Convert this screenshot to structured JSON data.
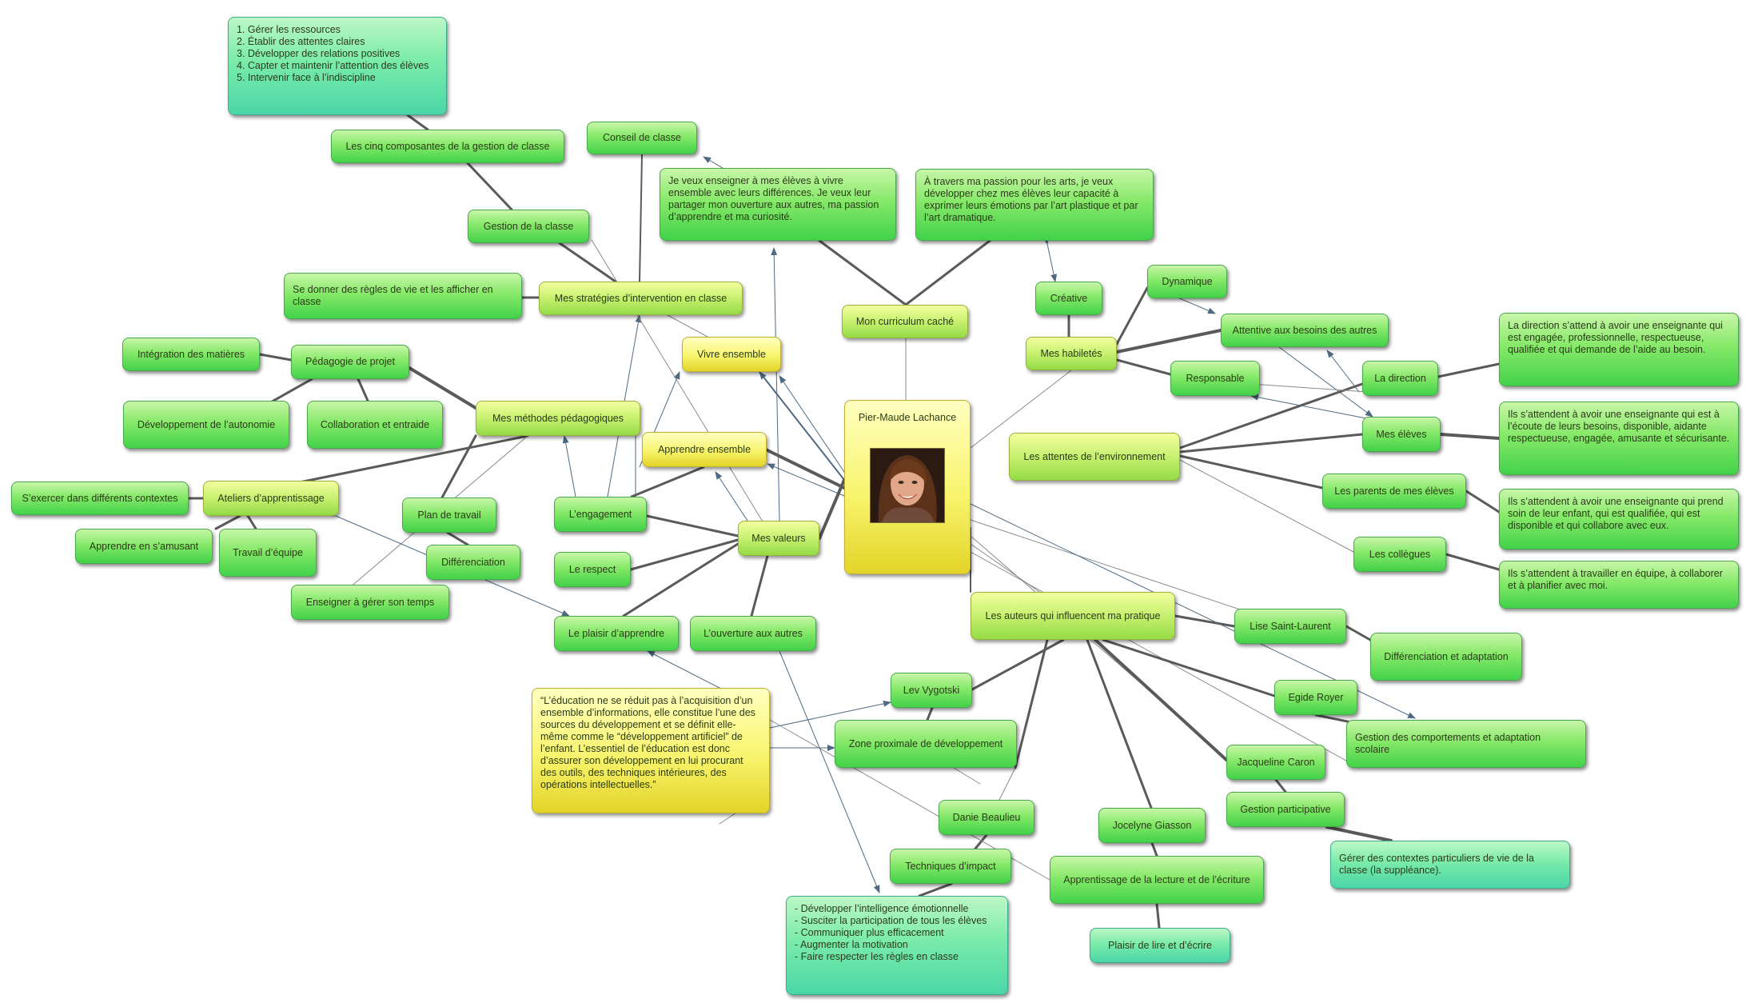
{
  "central": {
    "label": "Pier-Maude Lachance",
    "photo_icon": "portrait-photo"
  },
  "nodes": {
    "gestion_list": "1. Gérer les ressources\n2. Établir des attentes claires\n3. Développer des relations positives\n4. Capter et maintenir l’attention des élèves\n5. Intervenir face à l’indiscipline",
    "cinq_composantes": "Les cinq composantes de la gestion de classe",
    "conseil": "Conseil de classe",
    "gestion_classe": "Gestion de la classe",
    "vivre_text": "Je veux enseigner à mes élèves à vivre ensemble avec leurs différences. Je veux leur partager mon ouverture aux autres, ma passion d’apprendre et ma curiosité.",
    "arts_text": "À travers ma passion pour les arts, je veux développer chez mes élèves leur capacité à exprimer leurs émotions par l’art plastique et par l’art dramatique.",
    "dynamique": "Dynamique",
    "creative": "Créative",
    "attentive": "Attentive aux besoins des autres",
    "regles": "Se donner des règles de vie et les afficher en classe",
    "strategies": "Mes stratégies d’intervention en classe",
    "curriculum": "Mon curriculum caché",
    "habiletes": "Mes habiletés",
    "direction_text": "La direction s’attend à avoir une enseignante qui est engagée, professionnelle, respectueuse, qualifiée et qui demande de l’aide au besoin.",
    "integration": "Intégration des matières",
    "pedagogie": "Pédagogie de projet",
    "vivre": "Vivre ensemble",
    "responsable": "Responsable",
    "direction": "La direction",
    "developpement": "Développement de l’autonomie",
    "collaboration": "Collaboration et entraide",
    "methodes": "Mes méthodes pédagogiques",
    "eleves_text": "Ils s’attendent à avoir une enseignante qui est à l’écoute de leurs besoins, disponible, aidante respectueuse, engagée, amusante et sécurisante.",
    "eleves": "Mes élèves",
    "apprendre": "Apprendre ensemble",
    "attentes": "Les attentes de l’environnement",
    "exercer": "S’exercer dans différents contextes",
    "ateliers": "Ateliers d’apprentissage",
    "engagement": "L’engagement",
    "parents": "Les parents de mes élèves",
    "parents_text": "Ils s’attendent à avoir une enseignante qui prend soin de leur enfant, qui est qualifiée, qui est disponible et qui collabore avec eux.",
    "plan": "Plan de travail",
    "valeurs": "Mes valeurs",
    "amusant": "Apprendre en s’amusant",
    "equipe": "Travail d’équipe",
    "differenciation": "Différenciation",
    "collegues": "Les collègues",
    "respect": "Le respect",
    "collegues_text": "Ils s’attendent à travailler en équipe, à collaborer et à planifier avec moi.",
    "temps": "Enseigner à gérer son temps",
    "auteurs": "Les auteurs qui influencent ma pratique",
    "lise": "Lise Saint-Laurent",
    "plaisir": "Le plaisir d’apprendre",
    "ouverture": "L’ouverture aux autres",
    "diff_adapt": "Différenciation et adaptation",
    "quote": "“L’éducation ne se réduit pas à l’acquisition d’un ensemble d’informations, elle constitue l’une des sources du développement et se définit elle-même comme le “développement artificiel” de l’enfant. L’essentiel de l’éducation est donc d’assurer son développement en lui procurant des outils, des techniques intérieures, des opérations intellectuelles.”",
    "vygotski": "Lev Vygotski",
    "egide": "Egide Royer",
    "zone": "Zone proximale de développement",
    "gestion_comp": "Gestion des comportements et adaptation scolaire",
    "jacqueline": "Jacqueline Caron",
    "gestion_part": "Gestion participative",
    "danie": "Danie Beaulieu",
    "jocelyne": "Jocelyne Giasson",
    "contextes": "Gérer des contextes particuliers de vie de la classe (la suppléance).",
    "techniques": "Techniques d’impact",
    "lecture": "Apprentissage de la lecture et de l’écriture",
    "impact_list": "- Développer l’intelligence émotionnelle\n- Susciter la participation de tous les élèves\n- Communiquer plus efficacement\n- Augmenter la motivation\n- Faire respecter les règles en classe",
    "plaisir_lire": "Plaisir de lire et d’écrire"
  },
  "colors": {
    "link": "#5a5a5a",
    "thin_link": "#8c8c8c",
    "arrow": "#4f6a82"
  }
}
